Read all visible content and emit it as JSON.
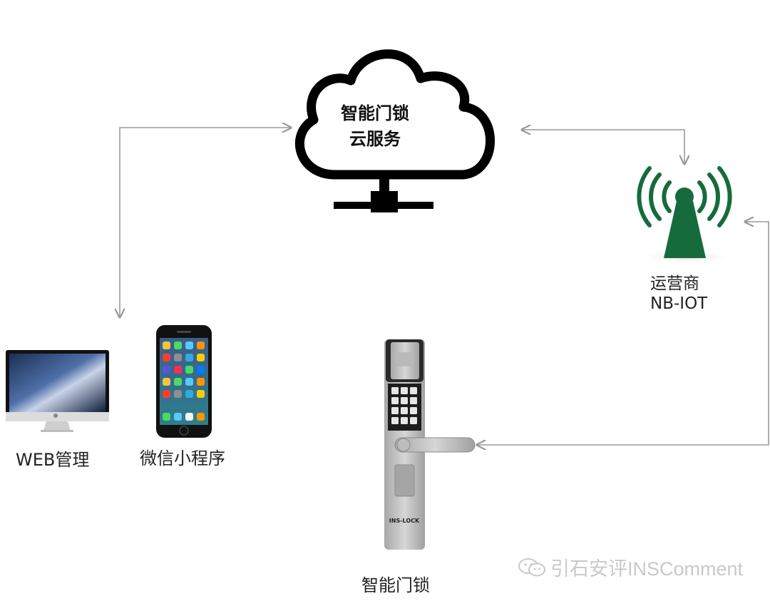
{
  "cloud": {
    "line1": "智能门锁",
    "line2": "云服务"
  },
  "nodes": {
    "web": {
      "label": "WEB管理",
      "icon": "desktop-monitor-icon"
    },
    "miniprogram": {
      "label": "微信小程序",
      "icon": "smartphone-icon"
    },
    "carrier": {
      "line1": "运营商",
      "line2": "NB-IOT",
      "icon": "radio-tower-icon"
    },
    "lock": {
      "label": "智能门锁",
      "brand": "INS-LOCK",
      "icon": "door-lock-icon"
    }
  },
  "watermark": {
    "text": "引石安评INSComment",
    "icon": "wechat-icon"
  },
  "colors": {
    "tower": "#166b3c",
    "arrow": "#9a9a9a",
    "cloud_stroke": "#000000"
  }
}
